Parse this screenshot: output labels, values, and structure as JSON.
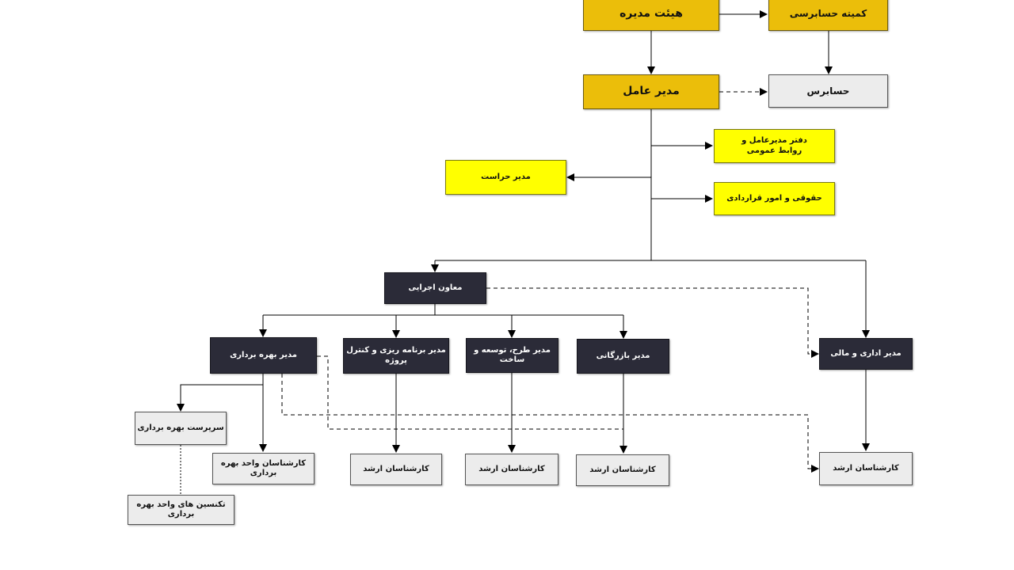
{
  "nodes": {
    "board": "هیئت مدیره",
    "audit_committee": "کمیته حسابرسی",
    "ceo": "مدیر عامل",
    "auditor": "حسابرس",
    "ceo_office_line1": "دفتر مدیرعامل و",
    "ceo_office_line2": "روابط عمومی",
    "security_manager": "مدیر حراست",
    "legal_contracts": "حقوقی و امور قراردادی",
    "executive_deputy": "معاون اجرایی",
    "admin_finance_manager": "مدیر اداری و مالی",
    "operations_manager": "مدیر بهره برداری",
    "planning_control_manager": "مدیر برنامه ریزی و کنترل پروژه",
    "design_development_manager": "مدیر طرح، توسعه و ساخت",
    "commercial_manager": "مدیر بازرگانی",
    "operations_supervisor": "سرپرست بهره برداری",
    "operations_unit_experts": "کارشناسان واحد بهره برداری",
    "operations_unit_technicians": "تکنسین های واحد بهره برداری",
    "senior_experts_planning": "کارشناسان ارشد",
    "senior_experts_design": "کارشناسان ارشد",
    "senior_experts_commercial": "کارشناسان ارشد",
    "senior_experts_admin": "کارشناسان ارشد"
  },
  "colors": {
    "gold": "#EBBE0A",
    "yellow": "#FFFF00",
    "dark": "#2B2B38",
    "light": "#ECECEC",
    "line": "#000000"
  }
}
